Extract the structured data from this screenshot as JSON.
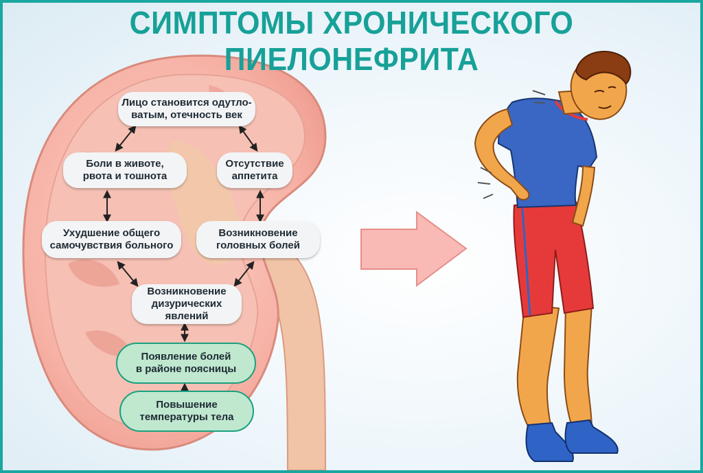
{
  "title": "СИМПТОМЫ ХРОНИЧЕСКОГО ПИЕЛОНЕФРИТА",
  "symptoms": {
    "face": "Лицо становится одутло-\nватым, отечность век",
    "belly": "Боли в животе,\nрвота и тошнота",
    "appetite": "Отсутствие\nаппетита",
    "wellbeing": "Ухудшение общего\nсамочувствия больного",
    "headache": "Возникновение\nголовных болей",
    "dysuria": "Возникновение\nдизурических\nявлений",
    "backpain": "Появление болей\nв районе поясницы",
    "fever": "Повышение\nтемпературы тела"
  },
  "colors": {
    "accent": "#17a198",
    "kidney": "#f7b2a6",
    "green_box": "#bfe8cf",
    "arrow": "#f9b9b5",
    "shirt": "#3a66c4",
    "shorts": "#e63a3a"
  }
}
